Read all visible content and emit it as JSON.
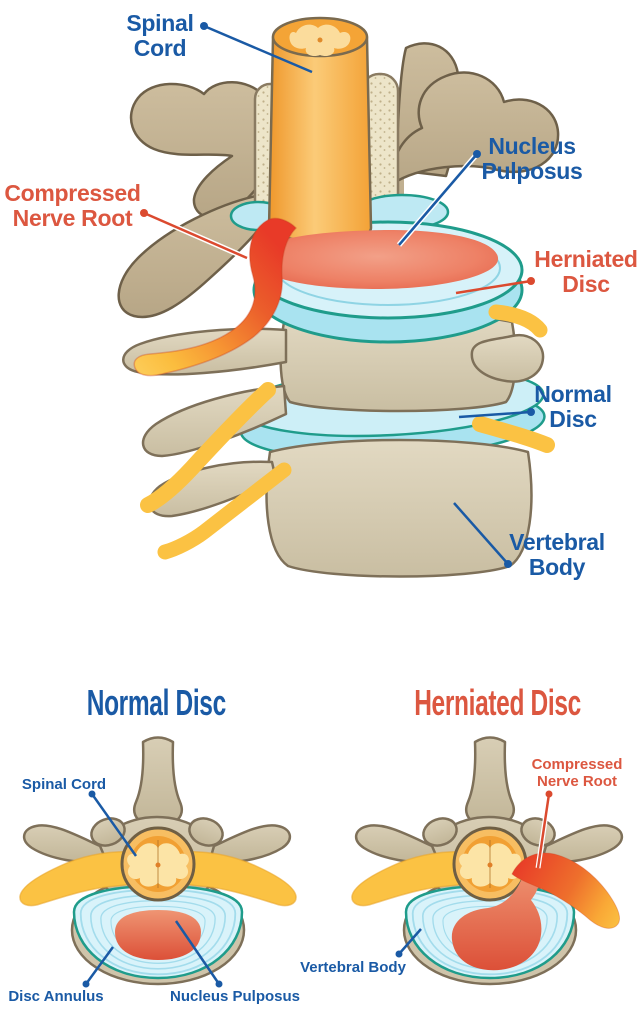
{
  "figure": {
    "subject": "Herniated Disc anatomy diagram",
    "background": "#FFFFFF"
  },
  "top_view": {
    "labels": {
      "spinal_cord": {
        "l1": "Spinal",
        "l2": "Cord",
        "color": "blue"
      },
      "compressed_nerve_root": {
        "l1": "Compressed",
        "l2": "Nerve Root",
        "color": "red"
      },
      "nucleus_pulposus": {
        "l1": "Nucleus",
        "l2": "Pulposus",
        "color": "blue"
      },
      "herniated_disc": {
        "l1": "Herniated",
        "l2": "Disc",
        "color": "red"
      },
      "normal_disc": {
        "l1": "Normal",
        "l2": "Disc",
        "color": "blue"
      },
      "vertebral_body": {
        "l1": "Vertebral",
        "l2": "Body",
        "color": "blue"
      }
    }
  },
  "cross_sections": {
    "normal": {
      "heading": "Normal Disc",
      "labels": {
        "spinal_cord": "Spinal Cord",
        "disc_annulus": "Disc Annulus",
        "nucleus_pulposus": "Nucleus Pulposus"
      }
    },
    "herniated": {
      "heading": "Herniated Disc",
      "labels": {
        "compressed_l1": "Compressed",
        "compressed_l2": "Nerve Root",
        "vertebral_body": "Vertebral Body"
      }
    }
  },
  "colors": {
    "label_blue": "#1A5AA5",
    "label_red": "#DC5740",
    "leader_blue": "#1A5AA5",
    "leader_red": "#DB4A2F",
    "bone_light": "#DFD6BE",
    "bone_dark": "#C4B495",
    "bone_outline": "#7E7059",
    "bone_speckle_bg": "#EDE5C9",
    "disc_rim": "#B9E7F2",
    "disc_face": "#D7F2F9",
    "disc_outline": "#1F9C8B",
    "nucleus_salmon": "#EC8066",
    "nucleus_deep": "#E35C43",
    "cord_orange": "#F6A93C",
    "cord_highlight": "#FBCB76",
    "cord_inner_light": "#FBDC9C",
    "nerve_yellow": "#FBC243",
    "nerve_red": "#E83A28"
  }
}
